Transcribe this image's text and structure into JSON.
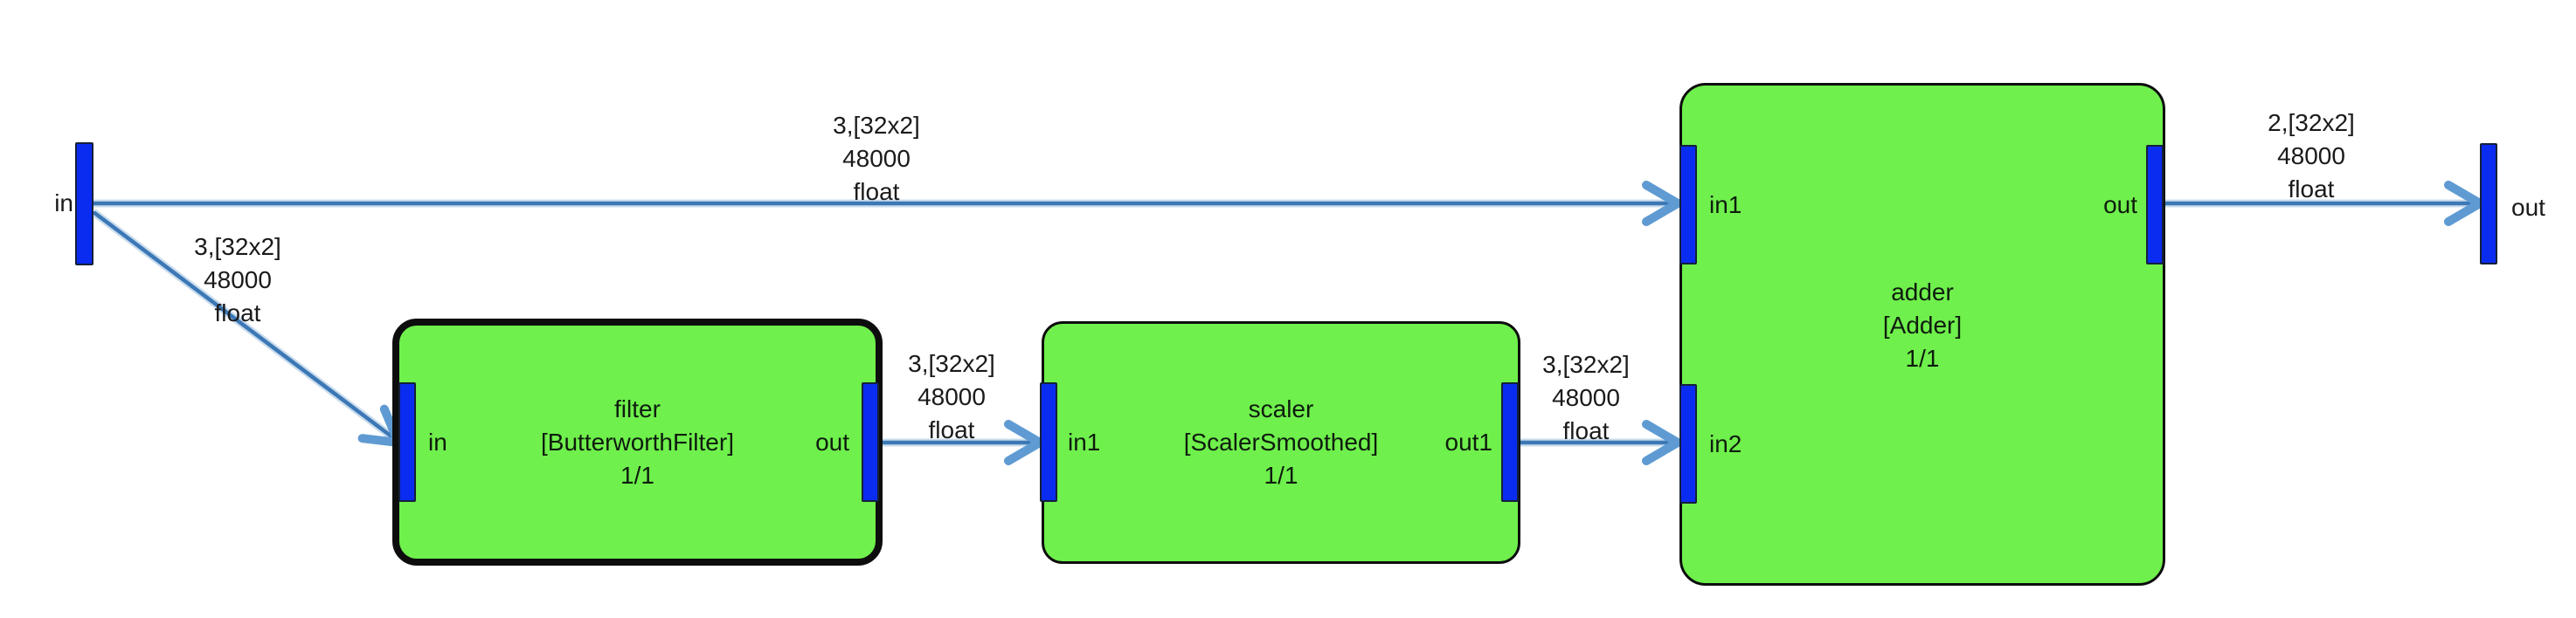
{
  "colors": {
    "block_fill": "#6ff04c",
    "port_fill": "#0a2cf0",
    "edge_line": "#3c78b6",
    "arrow": "#5f9bd2",
    "block_border": "#0d0d0d"
  },
  "terminals": {
    "in": {
      "label": "in"
    },
    "out": {
      "label": "out"
    }
  },
  "blocks": {
    "filter": {
      "name": "filter",
      "type": "[ButterworthFilter]",
      "rate": "1/1",
      "port_in": "in",
      "port_out": "out"
    },
    "scaler": {
      "name": "scaler",
      "type": "[ScalerSmoothed]",
      "rate": "1/1",
      "port_in1": "in1",
      "port_out1": "out1"
    },
    "adder": {
      "name": "adder",
      "type": "[Adder]",
      "rate": "1/1",
      "port_in1": "in1",
      "port_in2": "in2",
      "port_out": "out"
    }
  },
  "edges": {
    "in_to_adder_in1": {
      "dims": "3,[32x2]",
      "rate": "48000",
      "dtype": "float"
    },
    "in_to_filter_in": {
      "dims": "3,[32x2]",
      "rate": "48000",
      "dtype": "float"
    },
    "filter_out_to_scaler_in1": {
      "dims": "3,[32x2]",
      "rate": "48000",
      "dtype": "float"
    },
    "scaler_out1_to_adder_in2": {
      "dims": "3,[32x2]",
      "rate": "48000",
      "dtype": "float"
    },
    "adder_out_to_out": {
      "dims": "2,[32x2]",
      "rate": "48000",
      "dtype": "float"
    }
  }
}
